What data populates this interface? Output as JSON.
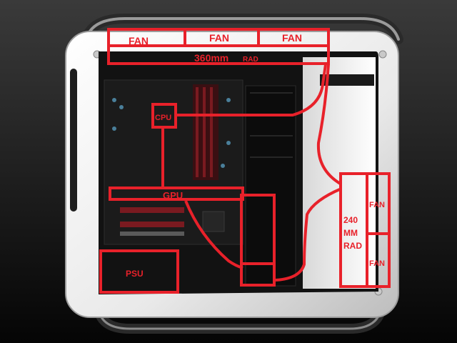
{
  "labels": {
    "fan_top_1": "FAN",
    "fan_top_2": "FAN",
    "fan_top_3": "FAN",
    "rad_360": "360mm",
    "rad_360_suffix": "RAD",
    "cpu": "CPU",
    "gpu": "GPU",
    "rad_240_line1": "240",
    "rad_240_line2": "MM",
    "rad_240_line3": "RAD",
    "fan_side_1": "FAN",
    "fan_side_2": "FAN",
    "psu": "PSU"
  },
  "colors": {
    "markup": "#e8212a",
    "case_shell": "#f2f2f2",
    "case_interior": "#121212",
    "background_top": "#3a3a3a",
    "background_bottom": "#050505"
  }
}
